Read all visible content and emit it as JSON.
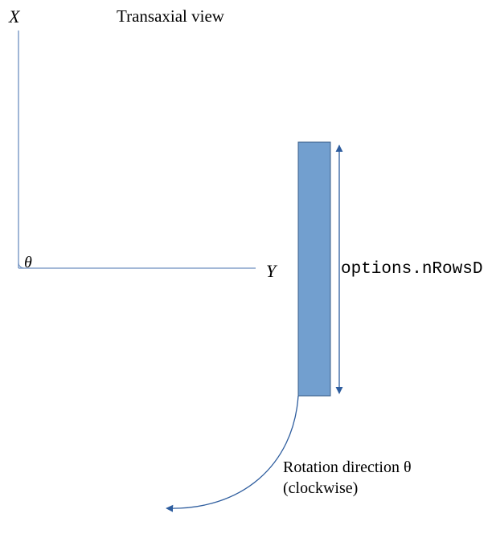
{
  "title": "Transaxial view",
  "axes": {
    "x_label": "X",
    "y_label": "Y",
    "angle_label": "θ"
  },
  "detector": {
    "dimension_label": "options.nRowsD",
    "fill_color": "#729fcf",
    "stroke_color": "#3b5f8a"
  },
  "rotation": {
    "line1": "Rotation direction θ",
    "line2": "(clockwise)"
  },
  "colors": {
    "axis": "#6c8ebf",
    "arrow": "#2e5d9e"
  }
}
